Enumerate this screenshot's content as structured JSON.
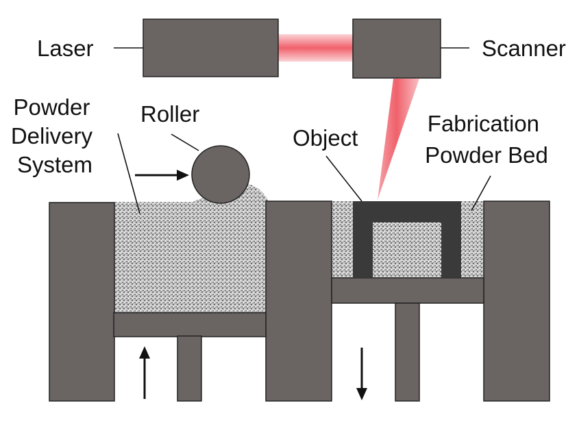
{
  "labels": {
    "laser": "Laser",
    "scanner": "Scanner",
    "powder_delivery": [
      "Powder",
      "Delivery",
      "System"
    ],
    "roller": "Roller",
    "object": "Object",
    "fabrication_bed": [
      "Fabrication",
      "Powder Bed"
    ]
  },
  "colors": {
    "machine_part": "#6a6463",
    "object": "#3a3a3a",
    "laser_beam": "#f2727a",
    "powder": "#bdbdbd"
  }
}
